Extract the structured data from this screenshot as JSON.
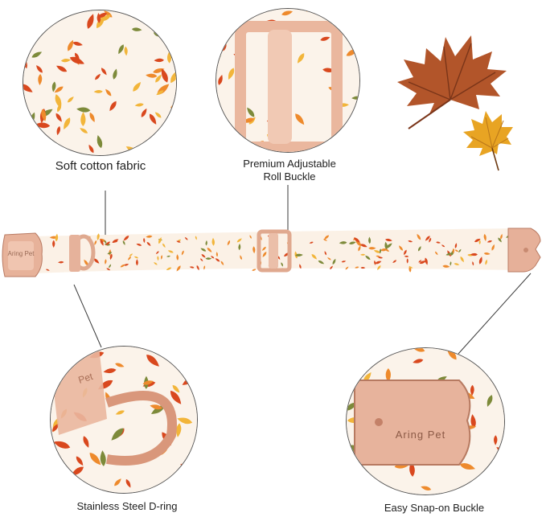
{
  "callouts": {
    "fabric": "Soft cotton fabric",
    "buckle_line1": "Premium Adjustable",
    "buckle_line2": "Roll Buckle",
    "dring": "Stainless Steel D-ring",
    "snap": "Easy Snap-on Buckle"
  },
  "engraving": {
    "collar_text": "Aring Pet",
    "buckle_text": "Aring Pet",
    "dring_text": "Pet"
  },
  "decor": {
    "big_leaf_color": "#b2552a",
    "small_leaf_color": "#e8a423"
  },
  "colors": {
    "fabric_bg": "#fbf3ea",
    "leaf_red": "#d9481e",
    "leaf_orange": "#ee8a2c",
    "leaf_yellow": "#f2b53a",
    "leaf_green": "#7d8a3a",
    "rose_gold": "#eab79e"
  }
}
